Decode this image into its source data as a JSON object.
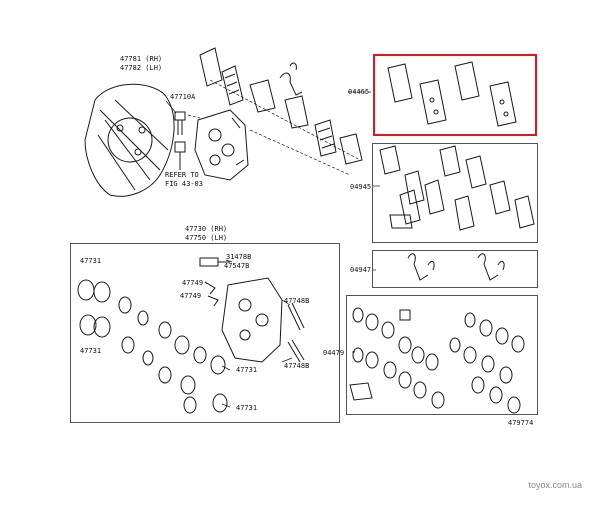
{
  "labels": {
    "shield_rh": "47781 (RH)",
    "shield_lh": "47782 (LH)",
    "bolt": "47710A",
    "refer_to": "REFER TO",
    "fig": "FIG 43-03",
    "caliper_rh": "47730 (RH)",
    "caliper_lh": "47750 (LH)",
    "pad_kit": "04465",
    "shim_kit": "04945",
    "spring_kit": "04947",
    "seal_kit": "04479",
    "bleeder_a": "31478B",
    "bleeder_b": "47547B",
    "clip_a": "47749",
    "clip_b": "47749",
    "piston_tl": "47731",
    "piston_bl": "47731",
    "piston_mid": "47731",
    "piston_bot": "47731",
    "pin_top": "47748B",
    "pin_bot": "47748B",
    "fig_number": "479774"
  },
  "watermark": "toyox.com.ua",
  "colors": {
    "line": "#1a1a1a",
    "highlight": "#e0161b",
    "watermark": "#8a8a8a"
  }
}
